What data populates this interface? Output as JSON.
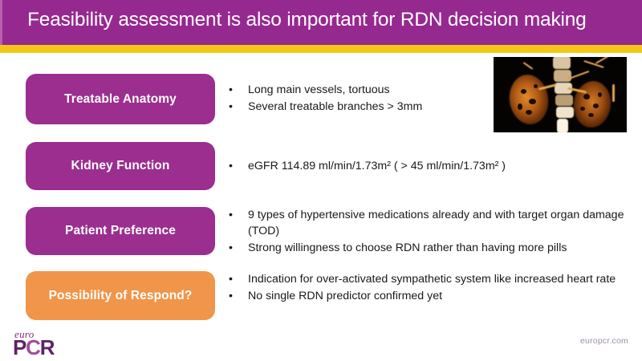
{
  "slide": {
    "title": "Feasibility assessment is also important for RDN decision making",
    "accent_purple": "#96298f",
    "accent_yellow": "#f4c716",
    "accent_orange": "#f0954a",
    "body_text_color": "#191919"
  },
  "rows": [
    {
      "label": "Treatable Anatomy",
      "style": "purple",
      "bullets": [
        "Long main vessels, tortuous",
        "Several treatable branches > 3mm"
      ]
    },
    {
      "label": "Kidney Function",
      "style": "purple",
      "bullets": [
        "eGFR 114.89 ml/min/1.73m² ( > 45 ml/min/1.73m² )"
      ]
    },
    {
      "label": "Patient Preference",
      "style": "purple",
      "bullets": [
        "9 types of hypertensive medications already and with target organ damage (TOD)",
        "Strong willingness to choose RDN rather than having more pills"
      ]
    },
    {
      "label": "Possibility of Respond?",
      "style": "orange",
      "bullets": [
        "Indication for over-activated sympathetic system like increased heart rate",
        "No single RDN predictor confirmed yet"
      ]
    }
  ],
  "bullet_marker": "•",
  "image": {
    "name": "kidney-ct-angiography",
    "description": "CT angiography of both kidneys and renal arteries"
  },
  "footer": {
    "logo_euro": "euro",
    "logo_p": "P",
    "logo_c": "C",
    "logo_r": "R",
    "website": "europcr.com"
  }
}
